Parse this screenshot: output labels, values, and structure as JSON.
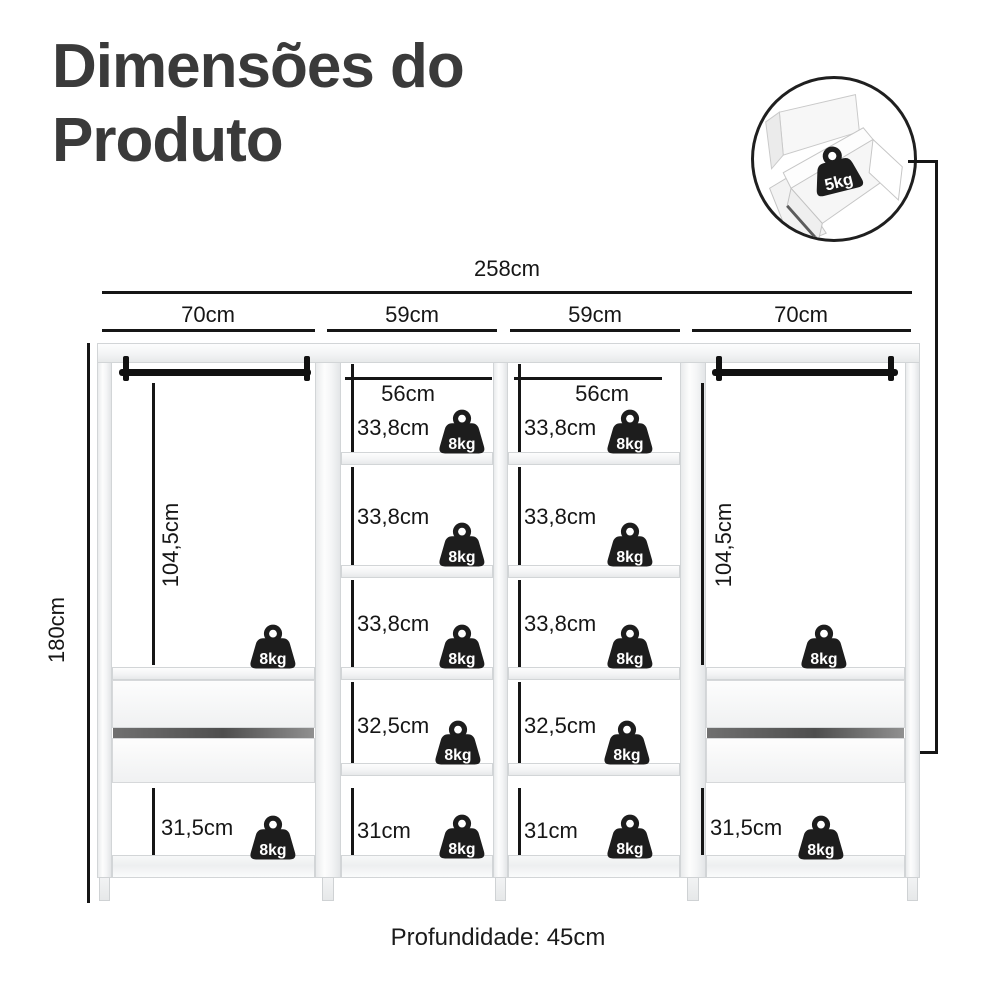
{
  "page": {
    "title": "Dimensões do Produto",
    "depth_note": "Profundidade: 45cm"
  },
  "dimensions": {
    "total_width": "258cm",
    "total_height": "180cm",
    "column_widths": [
      "70cm",
      "59cm",
      "59cm",
      "70cm"
    ]
  },
  "left_column": {
    "hanging_height": "104,5cm",
    "bottom_section_height": "31,5cm"
  },
  "right_column": {
    "hanging_height": "104,5cm",
    "bottom_section_height": "31,5cm"
  },
  "mid_left_column": {
    "inner_width": "56cm",
    "compartment_heights": [
      "33,8cm",
      "33,8cm",
      "33,8cm",
      "32,5cm",
      "31cm"
    ]
  },
  "mid_right_column": {
    "inner_width": "56cm",
    "compartment_heights": [
      "33,8cm",
      "33,8cm",
      "33,8cm",
      "32,5cm",
      "31cm"
    ]
  },
  "capacities": {
    "shelf": "8kg",
    "drawer": "5kg"
  }
}
